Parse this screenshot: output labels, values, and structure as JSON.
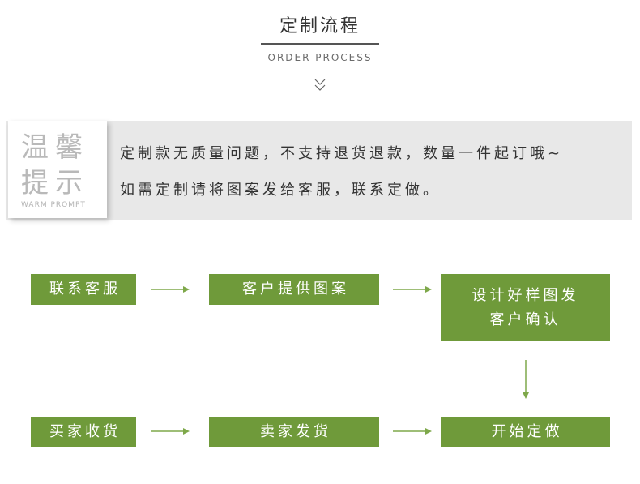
{
  "header": {
    "title": "定制流程",
    "subtitle": "ORDER PROCESS"
  },
  "notice": {
    "title": "温馨提示",
    "subtitle": "WARM PROMPT",
    "lines": [
      "定制款无质量问题，不支持退货退款，数量一件起订哦~",
      "如需定制请将图案发给客服，联系定做。"
    ]
  },
  "steps": [
    "联系客服",
    "客户提供图案",
    "设计好样图发客户确认",
    "买家收货",
    "卖家发货",
    "开始定做"
  ],
  "colors": {
    "step_bg": "#6f9a3a",
    "arrow": "#7ea84a",
    "notice_bg": "#e8e8e8",
    "notice_title": "#b9b9b9"
  }
}
